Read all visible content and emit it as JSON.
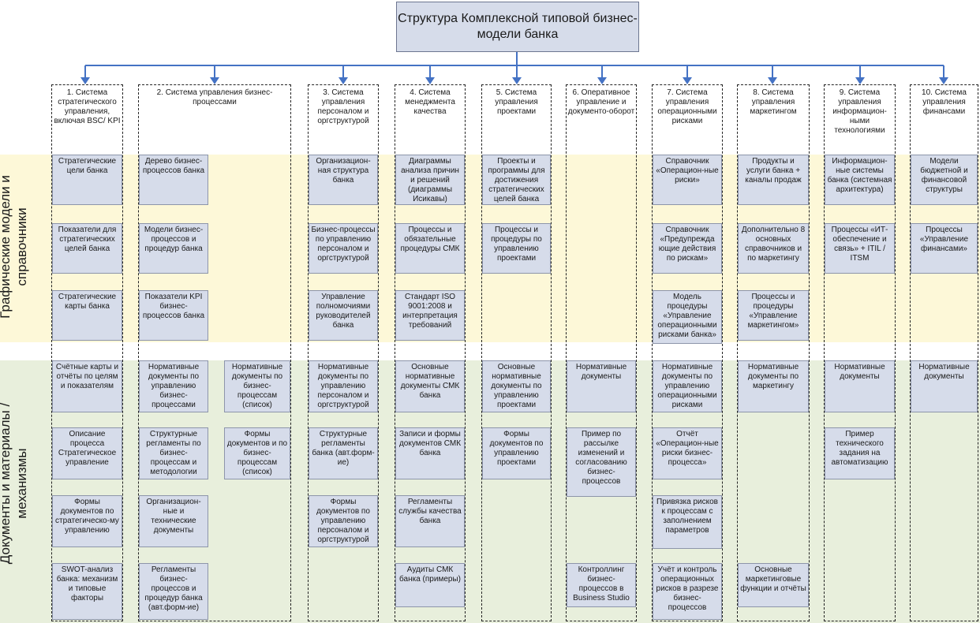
{
  "title": "Структура Комплексной типовой бизнес-модели банка",
  "bands": {
    "top_label": "Графические модели и справочники",
    "bottom_label": "Документы и материалы / механизмы"
  },
  "colors": {
    "box_fill": "#d6dcea",
    "arrow": "#4472c4",
    "band_top": "#fdf8d8",
    "band_bottom": "#e8efdc"
  },
  "columns": [
    {
      "header": "1. Система стратегического управления, включая BSC/ KPI",
      "models": [
        "Стратегические цели банка",
        "Показатели для стратегических целей банка",
        "Стратегические карты банка"
      ],
      "docs": [
        "Счётные карты и отчёты по целям и показателям",
        "Описание процесса Стратегическое управление",
        "Формы документов по стратегическо-му управлению",
        "SWOT-анализ банка: механизм и типовые факторы"
      ]
    },
    {
      "header": "2. Система управления бизнес-процессами",
      "models": [
        "Дерево бизнес-процессов банка",
        "Модели бизнес-процессов и процедур банка",
        "Показатели KPI бизнес-процессов банка"
      ],
      "docs": [
        "Нормативные документы по управлению бизнес-процессами",
        "Структурные регламенты по бизнес-процессам и методологии",
        "Организацион-ные и технические документы",
        "Регламенты бизнес-процессов и процедур банка (авт.форм-ие)"
      ],
      "docs_extra": [
        "Нормативные документы по бизнес-процессам (список)",
        "Формы документов и по бизнес-процессам (список)"
      ]
    },
    {
      "header": "3. Система управления персоналом и оргструктурой",
      "models": [
        "Организацион-ная структура банка",
        "Бизнес-процессы по управлению персоналом и оргструктурой",
        "Управление полномочиями руководителей банка"
      ],
      "docs": [
        "Нормативные документы по управлению персоналом и оргструктурой",
        "Структурные регламенты банка (авт.форм-ие)",
        "Формы документов по управлению персоналом и оргструктурой"
      ]
    },
    {
      "header": "4. Система менеджмента качества",
      "models": [
        "Диаграммы анализа причин и решений (диаграммы Исикавы)",
        "Процессы и обязательные процедуры СМК",
        "Стандарт ISO 9001:2008 и интерпретация требований"
      ],
      "docs": [
        "Основные нормативные документы СМК банка",
        "Записи и формы документов СМК банка",
        "Регламенты службы качества банка",
        "Аудиты СМК банка (примеры)"
      ]
    },
    {
      "header": "5. Система управления проектами",
      "models": [
        "Проекты и программы для достижения стратегических целей банка",
        "Процессы и процедуры по управлению проектами"
      ],
      "docs": [
        "Основные нормативные документы по управлению проектами",
        "Формы документов по управлению проектами"
      ]
    },
    {
      "header": "6. Оперативное управление и документо-оборот",
      "models": [],
      "docs": [
        "Нормативные документы",
        "Пример по рассылке изменений и согласованию бизнес-процессов",
        "Контроллинг бизнес-процессов в Business Studio"
      ]
    },
    {
      "header": "7. Система управления операционными рисками",
      "models": [
        "Справочник «Операцион-ные риски»",
        "Справочник «Предупрежда ющие действия по рискам»",
        "Модель процедуры «Управление операционными рисками банка»"
      ],
      "docs": [
        "Нормативные документы по управлению операционными рисками",
        "Отчёт «Операцион-ные риски бизнес-процесса»",
        "Привязка рисков к процессам с заполнением параметров",
        "Учёт и контроль операционных рисков в разрезе бизнес-процессов"
      ]
    },
    {
      "header": "8. Система управления маркетингом",
      "models": [
        "Продукты и услуги банка + каналы продаж",
        "Дополнительно 8 основных справочников и по маркетингу",
        "Процессы и процедуры «Управление маркетингом»"
      ],
      "docs": [
        "Нормативные документы по маркетингу",
        "Основные маркетинговые функции и отчёты"
      ]
    },
    {
      "header": "9. Система управления информацион-ными технологиями",
      "models": [
        "Информацион-ные системы банка (системная архитектура)",
        "Процессы «ИТ-обеспечение и связь» + ITIL / ITSM"
      ],
      "docs": [
        "Нормативные документы",
        "Пример технического задания на автоматизацию"
      ]
    },
    {
      "header": "10. Система управления финансами",
      "models": [
        "Модели бюджетной и финансовой структуры",
        "Процессы «Управление финансами»"
      ],
      "docs": [
        "Нормативные документы"
      ]
    }
  ]
}
